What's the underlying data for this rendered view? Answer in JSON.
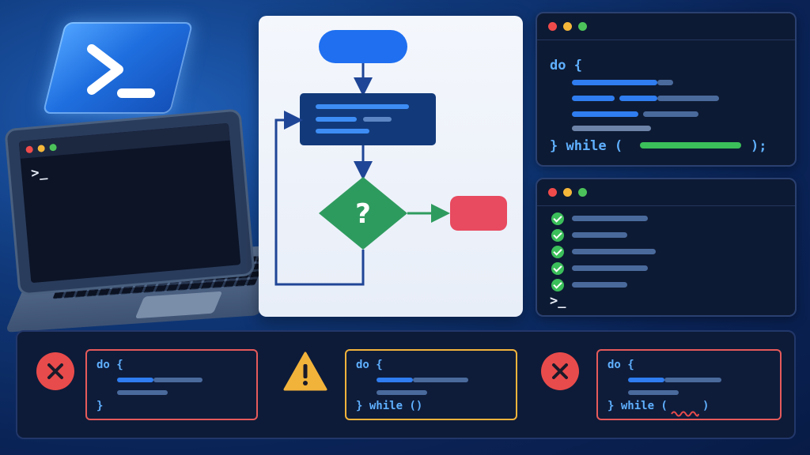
{
  "colors": {
    "accent_blue": "#2f7df0",
    "success_green": "#3bbf5a",
    "error_red": "#e84b4b",
    "warning_yellow": "#f2b33b",
    "flow_diamond": "#2e9b5e",
    "flow_end": "#e84a5f"
  },
  "icons": {
    "logo": "powershell-logo-icon",
    "error": "error-x-icon",
    "warning": "warning-triangle-icon",
    "check": "check-circle-icon"
  },
  "laptop": {
    "prompt": ">_"
  },
  "flowchart": {
    "decision": "?"
  },
  "code_window": {
    "line_open": "do {",
    "line_close_start": "} while (",
    "line_close_end": ");"
  },
  "checks_window": {
    "prompt": ">_"
  },
  "bottom_cards": [
    {
      "line_open": "do {",
      "line_close": "}"
    },
    {
      "line_open": "do {",
      "line_close": "} while ()"
    },
    {
      "line_open": "do {",
      "line_close_start": "} while (",
      "line_close_end": ")"
    }
  ]
}
